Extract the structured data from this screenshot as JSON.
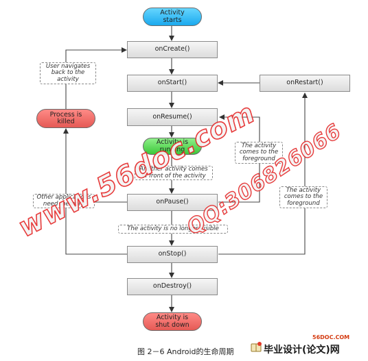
{
  "diagram": {
    "nodes": {
      "activity_starts": "Activity\nstarts",
      "on_create": "onCreate()",
      "on_start": "onStart()",
      "on_restart": "onRestart()",
      "on_resume": "onResume()",
      "process_killed": "Process is\nkilled",
      "activity_running": "Activity is\nrunning",
      "on_pause": "onPause()",
      "on_stop": "onStop()",
      "on_destroy": "onDestroy()",
      "activity_shut_down": "Activity is\nshut down"
    },
    "labels": {
      "user_navigates_back": "User navigates\nback to the\nactivity",
      "comes_to_foreground_1": "The activity\ncomes to the\nforeground",
      "another_activity": "Another activity comes\nin front of the activity",
      "other_apps_need_memory": "Other applications\nneed memory",
      "comes_to_foreground_2": "The activity\ncomes to the\nforeground",
      "no_longer_visible": "The activity is no longer visible"
    },
    "colors": {
      "start": "#1aa9ee",
      "running": "#3cc83a",
      "killed": "#e55a55",
      "watermark": "#e52a2a"
    }
  },
  "watermark": {
    "site": "www.56doc.com",
    "qq": "QQ:306826066"
  },
  "footer": {
    "caption": "图 2－6 Android的生命周期",
    "brand": "毕业设计(论文)网",
    "brand_url": "56DOC.COM",
    "logo_icon": "book-icon"
  }
}
